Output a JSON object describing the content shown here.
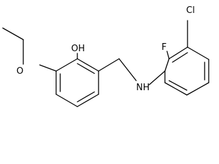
{
  "molecule": {
    "atom_labels": {
      "hydroxyl": "OH",
      "ether_oxygen": "O",
      "amine": "NH",
      "fluorine": "F",
      "chlorine": "Cl"
    }
  }
}
